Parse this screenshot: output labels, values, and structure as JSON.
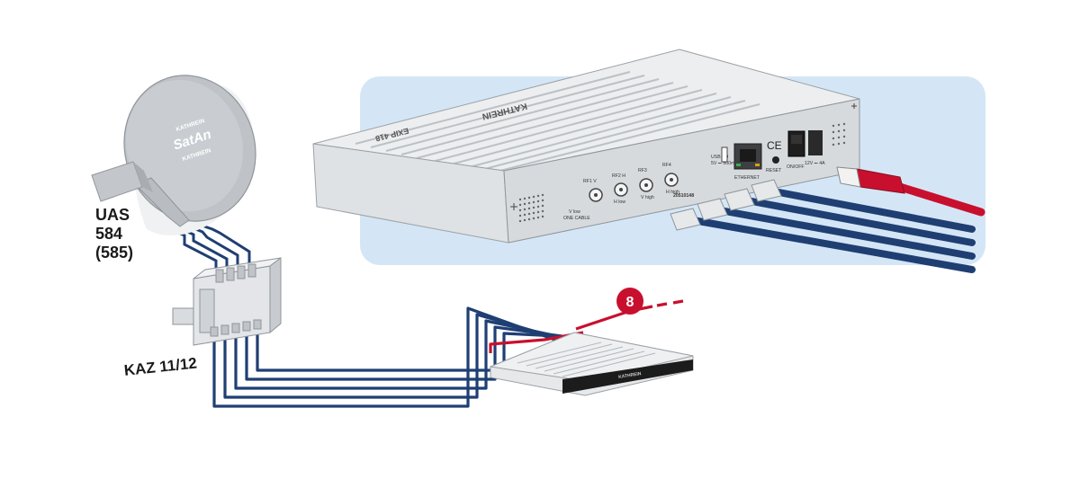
{
  "labels": {
    "dish_model": "UAS",
    "dish_num1": "584",
    "dish_num2": "(585)",
    "multiswitch": "KAZ 11/12",
    "count_badge": "8"
  },
  "dish": {
    "brand_top": "KATHREIN",
    "logo": "SatAn",
    "brand_bottom": "KATHREIN"
  },
  "receiver": {
    "brand": "KATHREIN",
    "rf_ports": [
      {
        "label": "RF1 V",
        "sub": "V low"
      },
      {
        "label": "RF2 H",
        "sub": "H low"
      },
      {
        "label": "RF3",
        "sub": "V high"
      },
      {
        "label": "RF4",
        "sub": "H high"
      }
    ],
    "one_cable": "ONE CABLE",
    "serial": "20510148",
    "usb": "USB 2.0",
    "usb_sub": "5V ⎓ 500mA",
    "ethernet": "ETHERNET",
    "reset": "RESET",
    "onoff": "ON/OFF",
    "power_spec": "12V ⎓ 4A",
    "ce": "CE",
    "model_flip": "EXIP 418"
  },
  "colors": {
    "coax": "#1f3f73",
    "lan": "#c8102e",
    "highlight_panel": "#d4e6f6",
    "device": "#e6e8ea"
  }
}
